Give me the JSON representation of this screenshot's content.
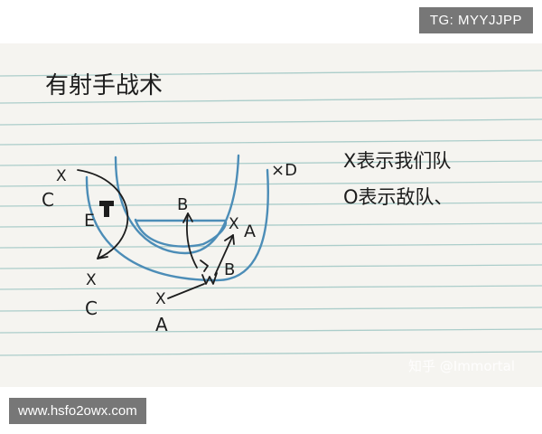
{
  "badges": {
    "tg": "TG: MYYJJPP",
    "url": "www.hsfo2owx.com"
  },
  "note": {
    "title": "有射手战术",
    "legend_line1": "X表示我们队",
    "legend_line2": "O表示敌队、",
    "watermark": "知乎 @Immortal"
  },
  "diagram": {
    "labels": {
      "c_left": "C",
      "x_top_left": "X",
      "e_label": "E",
      "x_lower_left": "X",
      "c_bottom": "C",
      "b_upper": "B",
      "x_right_a": "X",
      "a_right": "A",
      "b_lower": "B",
      "x_bottom": "X",
      "a_bottom": "A",
      "x_d": "×D"
    }
  },
  "colors": {
    "paper": "#f5f4f0",
    "ruled_line": "#9fc7c4",
    "ink_blue": "#4c8db7",
    "ink_dark": "#1d1d1d",
    "badge_bg": "#5f5f5f"
  }
}
